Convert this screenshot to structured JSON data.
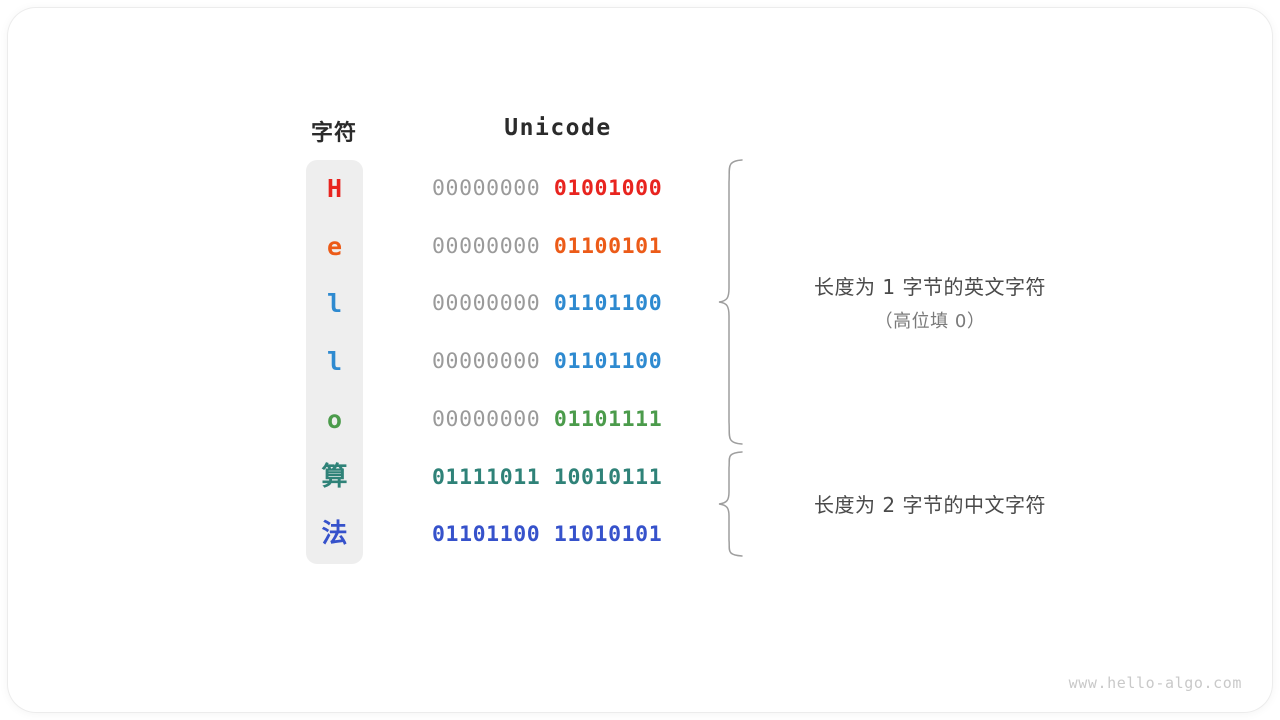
{
  "figure": {
    "watermark": "www.hello-algo.com",
    "headers": {
      "char_col": "字符",
      "unicode_col": "Unicode"
    },
    "rows": [
      {
        "char": "H",
        "char_color": "#e8241f",
        "high_byte": "00000000",
        "low_byte": "01001000",
        "bytes": 1,
        "cjk": false
      },
      {
        "char": "e",
        "char_color": "#ec5b18",
        "high_byte": "00000000",
        "low_byte": "01100101",
        "bytes": 1,
        "cjk": false
      },
      {
        "char": "l",
        "char_color": "#2e8ad0",
        "high_byte": "00000000",
        "low_byte": "01101100",
        "bytes": 1,
        "cjk": false
      },
      {
        "char": "l",
        "char_color": "#2e8ad0",
        "high_byte": "00000000",
        "low_byte": "01101100",
        "bytes": 1,
        "cjk": false
      },
      {
        "char": "o",
        "char_color": "#4b9b4b",
        "high_byte": "00000000",
        "low_byte": "01101111",
        "bytes": 1,
        "cjk": false
      },
      {
        "char": "算",
        "char_color": "#2f8278",
        "high_byte": "01111011",
        "low_byte": "10010111",
        "bytes": 2,
        "cjk": true
      },
      {
        "char": "法",
        "char_color": "#3652cb",
        "high_byte": "01101100",
        "low_byte": "11010101",
        "bytes": 2,
        "cjk": true
      }
    ],
    "annotations": [
      {
        "main": "长度为 1 字节的英文字符",
        "sub": "（高位填 0）"
      },
      {
        "main": "长度为 2 字节的中文字符",
        "sub": ""
      }
    ],
    "colors": {
      "gray_high_byte": "#9a9a9a",
      "char_strip_bg": "#eeeeee",
      "brace": "#9e9e9e",
      "header_text": "#2b2b2b",
      "annotation_text": "#4a4a4a",
      "annotation_sub_text": "#7a7a7a",
      "watermark_text": "#c9c9c9"
    }
  }
}
